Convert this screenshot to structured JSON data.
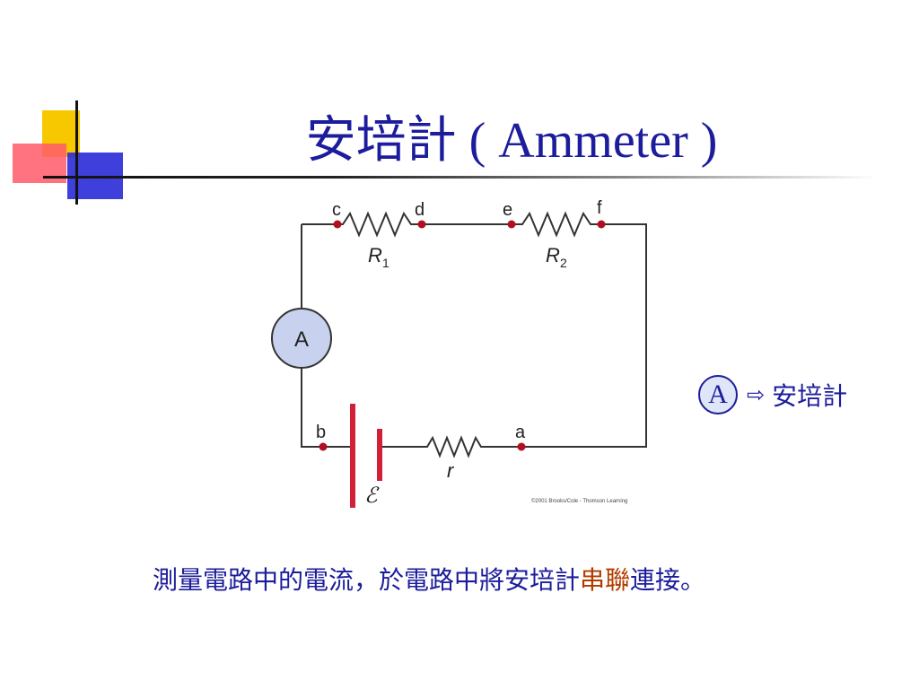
{
  "slide": {
    "title": "安培計 ( Ammeter )"
  },
  "circuit": {
    "nodes": [
      "c",
      "d",
      "e",
      "f",
      "b",
      "a"
    ],
    "resistor_1_label": "R",
    "resistor_1_subscript": "1",
    "resistor_2_label": "R",
    "resistor_2_subscript": "2",
    "internal_resistor_label": "r",
    "emf_label": "ℰ",
    "ammeter_symbol": "A",
    "credit": "©2001 Brooks/Cole - Thomson Learning",
    "wire_color": "#333333",
    "node_color": "#b01020",
    "battery_color": "#d0203a",
    "ammeter_fill": "#c8d2ee"
  },
  "legend": {
    "symbol": "A",
    "arrow": "⇨",
    "label": "安培計"
  },
  "caption": {
    "part1": "測量電路中的電流，於電路中將安培計",
    "highlight": "串聯",
    "part2": "連接。",
    "highlight_color": "#b23c00"
  }
}
